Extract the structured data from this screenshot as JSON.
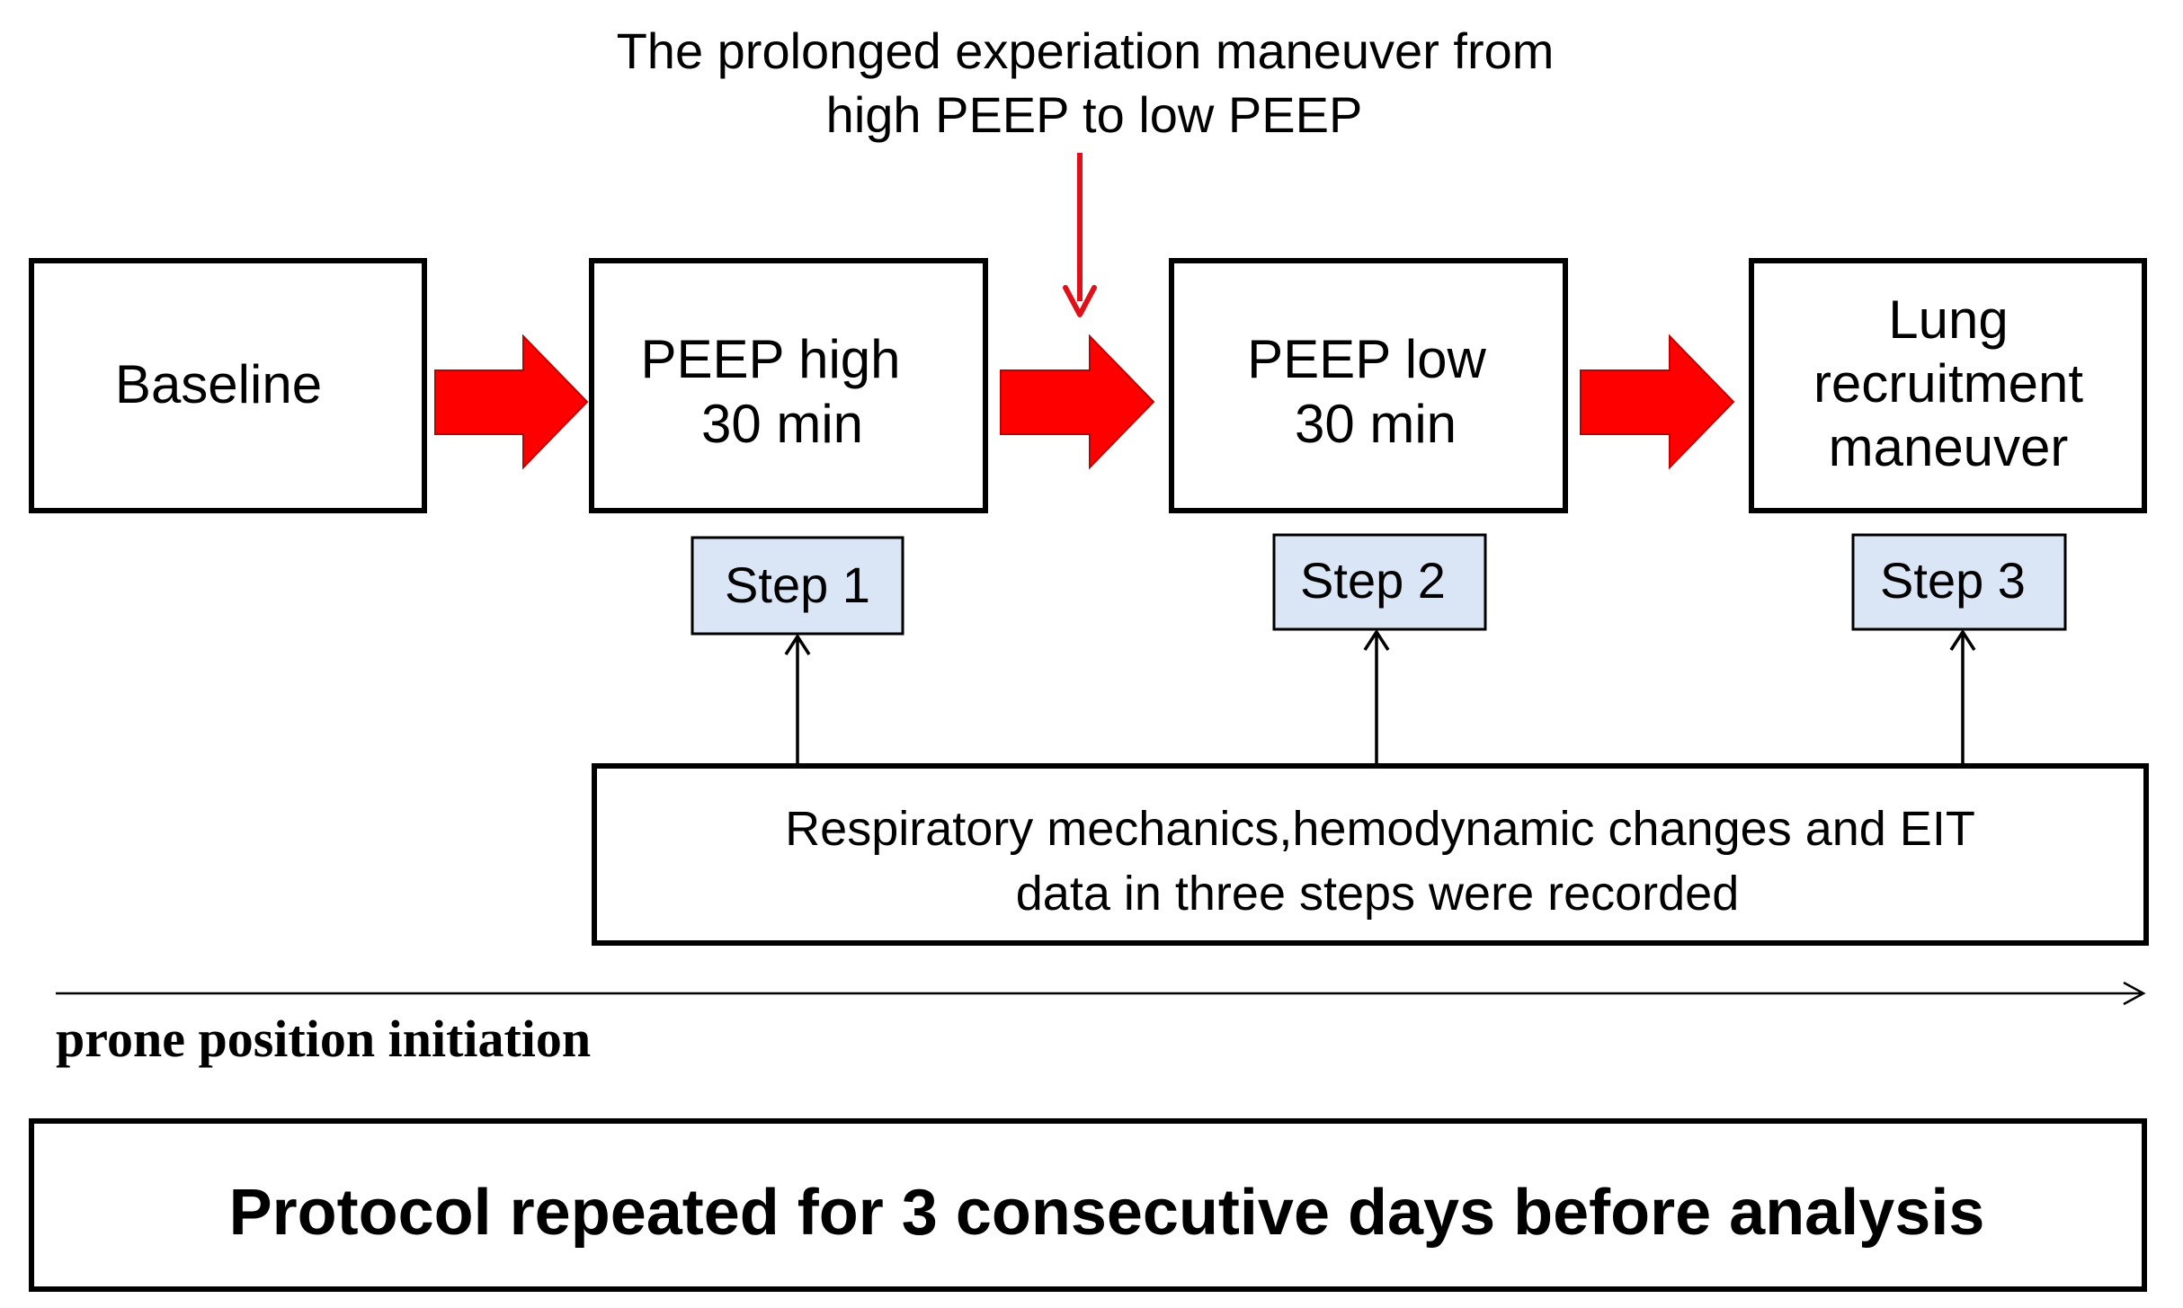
{
  "maneuver_note": {
    "line1": "The prolonged experiation maneuver from",
    "line2": "high PEEP to low PEEP"
  },
  "stages": {
    "baseline": {
      "label": "Baseline"
    },
    "peep_high": {
      "line1": "PEEP high",
      "line2": "30 min"
    },
    "peep_low": {
      "line1": "PEEP low",
      "line2": "30 min"
    },
    "lung_recruitment": {
      "line1": "Lung",
      "line2": "recruitment",
      "line3": "maneuver"
    }
  },
  "steps": {
    "step1": "Step 1",
    "step2": "Step 2",
    "step3": "Step 3"
  },
  "recording": {
    "line1": "Respiratory mechanics,hemodynamic changes and EIT",
    "line2": "data in three steps were recorded"
  },
  "timeline": {
    "label": "prone position initiation"
  },
  "footer": {
    "label": "Protocol repeated for 3 consecutive days before analysis"
  },
  "colors": {
    "flow_arrow": "#ff0000",
    "maneuver_arrow": "#e0101a",
    "step_fill": "#dae6f6",
    "stroke": "#000000"
  }
}
